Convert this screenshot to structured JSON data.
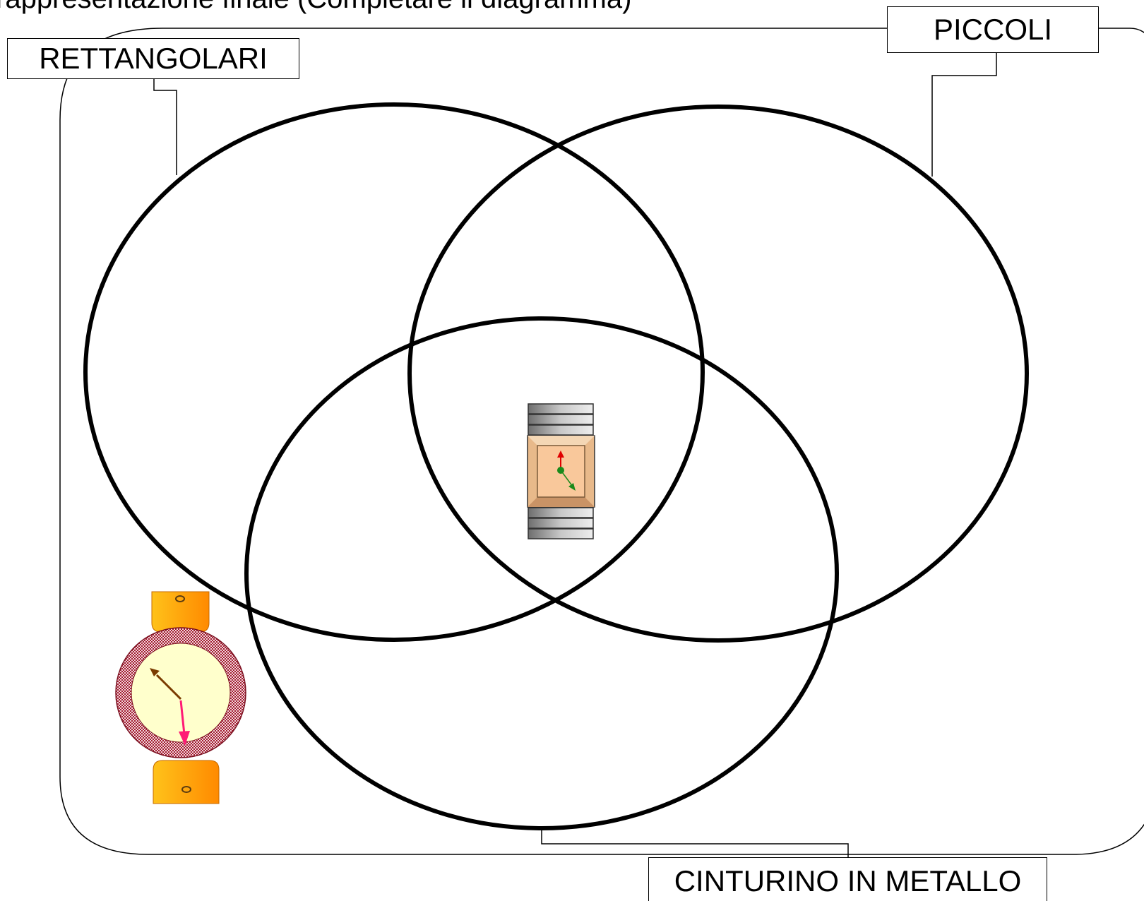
{
  "title": "rappresentazione finale (Completare il diagramma)",
  "sets": [
    {
      "name": "RETTANGOLARI"
    },
    {
      "name": "PICCOLI"
    },
    {
      "name": "CINTURINO IN METALLO"
    }
  ],
  "items": [
    {
      "icon": "rectangular-metal-strap-watch-icon",
      "region": "intersection of RETTANGOLARI, PICCOLI and CINTURINO IN METALLO"
    },
    {
      "icon": "round-leather-strap-watch-icon",
      "region": "outside all sets"
    }
  ],
  "colors": {
    "outline": "#000000",
    "strap_orange": "#ff9f00",
    "case_red": "#a31c2f",
    "dial_cream": "#ffffcc",
    "face_peach": "#f9c89b",
    "hand_brown": "#7a3b00",
    "hand_pink": "#ff1a75",
    "hand_red": "#e00000",
    "hand_green": "#1a8a1a"
  }
}
